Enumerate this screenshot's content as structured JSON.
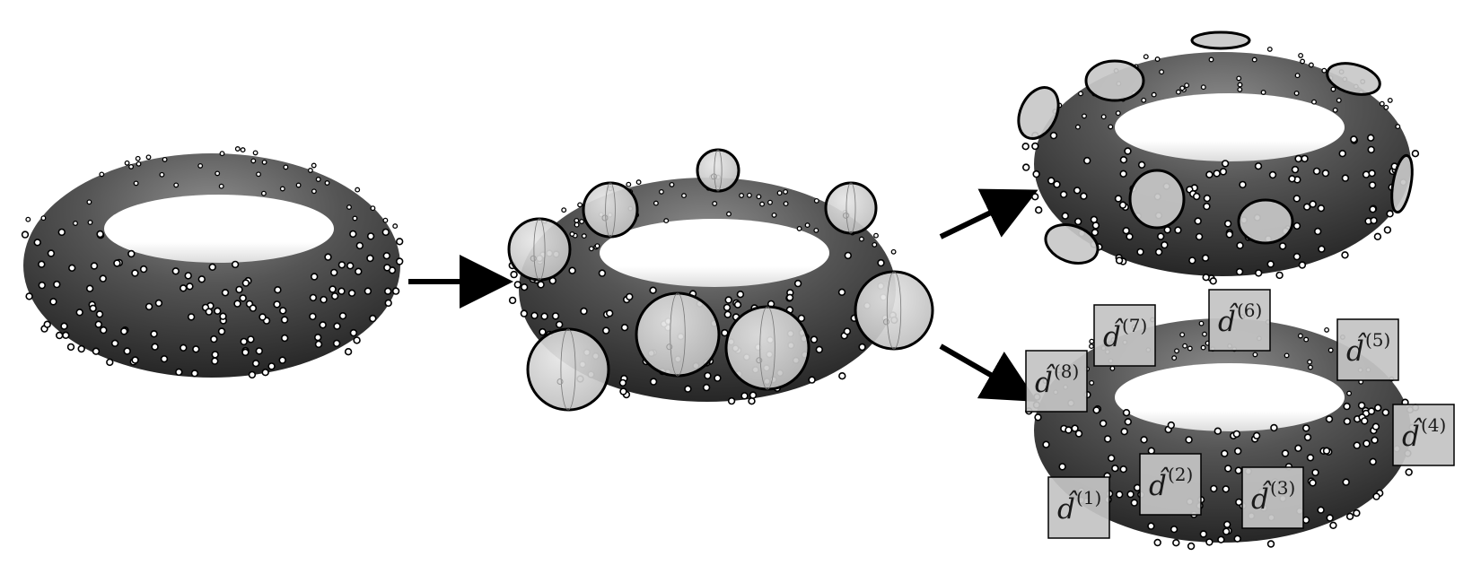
{
  "figure": {
    "palette": {
      "torus_dark": "#2a2a2a",
      "torus_mid": "#555555",
      "torus_light": "#8a8a8a",
      "point_fill": "#ffffff",
      "point_stroke": "#000000",
      "ball_fill": "#cfcfcf",
      "box_fill": "#c4c4c4",
      "arrow": "#000000"
    },
    "stages": [
      {
        "name": "point-cloud-on-torus"
      },
      {
        "name": "torus-covered-by-balls"
      },
      {
        "name": "torus-with-projected-ellipses"
      },
      {
        "name": "torus-with-local-dimension-boxes"
      }
    ],
    "box_labels": [
      {
        "base": "d̂",
        "index": "(1)"
      },
      {
        "base": "d̂",
        "index": "(2)"
      },
      {
        "base": "d̂",
        "index": "(3)"
      },
      {
        "base": "d̂",
        "index": "(4)"
      },
      {
        "base": "d̂",
        "index": "(5)"
      },
      {
        "base": "d̂",
        "index": "(6)"
      },
      {
        "base": "d̂",
        "index": "(7)"
      },
      {
        "base": "d̂",
        "index": "(8)"
      }
    ]
  }
}
